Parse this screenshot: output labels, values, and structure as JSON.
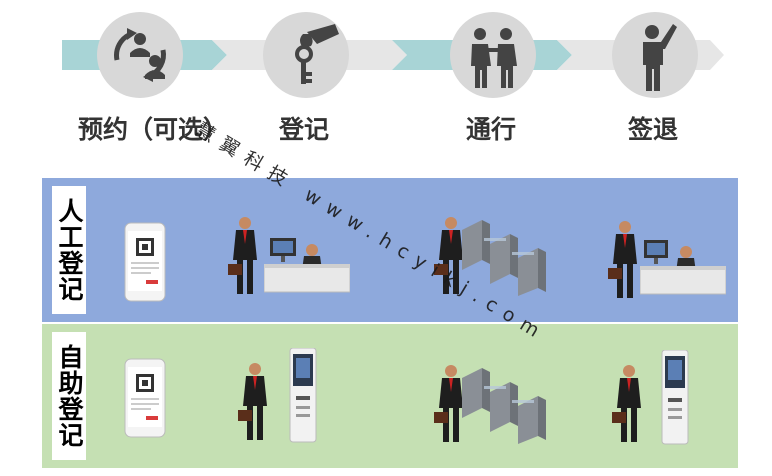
{
  "process": {
    "steps": [
      {
        "label": "预约（可选）",
        "icon": "reservation-exchange-icon"
      },
      {
        "label": "登记",
        "icon": "hand-key-icon"
      },
      {
        "label": "通行",
        "icon": "two-people-icon"
      },
      {
        "label": "签退",
        "icon": "person-waving-icon"
      }
    ]
  },
  "rows": {
    "manual": {
      "title": "人工登记"
    },
    "self": {
      "title": "自助登记"
    }
  },
  "watermark": {
    "text": "慧翼科技 www.hcyikj.com"
  },
  "colors": {
    "arrow_teal": "#a8d4d6",
    "arrow_gray": "#e6e6e6",
    "circle": "#d8d8d8",
    "manual_row": "#8ea9dc",
    "self_row": "#c5e0b3"
  }
}
